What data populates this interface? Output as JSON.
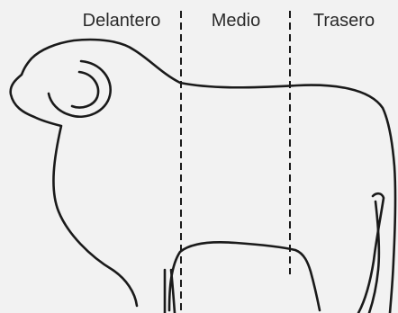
{
  "diagram": {
    "regions": [
      {
        "label": "Delantero"
      },
      {
        "label": "Medio"
      },
      {
        "label": "Trasero"
      }
    ]
  }
}
